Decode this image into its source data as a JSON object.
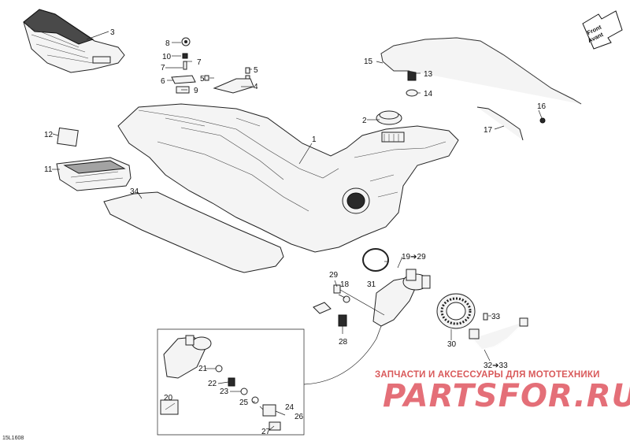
{
  "diagram": {
    "code": "15L1608",
    "direction": {
      "line1": "Front",
      "line2": "Avant"
    },
    "watermark": {
      "tagline": "ЗАПЧАСТИ И АКСЕССУАРЫ ДЛЯ МОТОТЕХНИКИ",
      "brand": "PARTSFOR.RU"
    },
    "callouts": [
      "1",
      "2",
      "3",
      "4",
      "5",
      "5",
      "6",
      "7",
      "7",
      "8",
      "9",
      "10",
      "11",
      "12",
      "13",
      "14",
      "15",
      "16",
      "17",
      "18",
      "19➔29",
      "20",
      "21",
      "22",
      "23",
      "24",
      "25",
      "26",
      "27",
      "28",
      "29",
      "30",
      "31",
      "32➔33",
      "33",
      "34"
    ]
  }
}
